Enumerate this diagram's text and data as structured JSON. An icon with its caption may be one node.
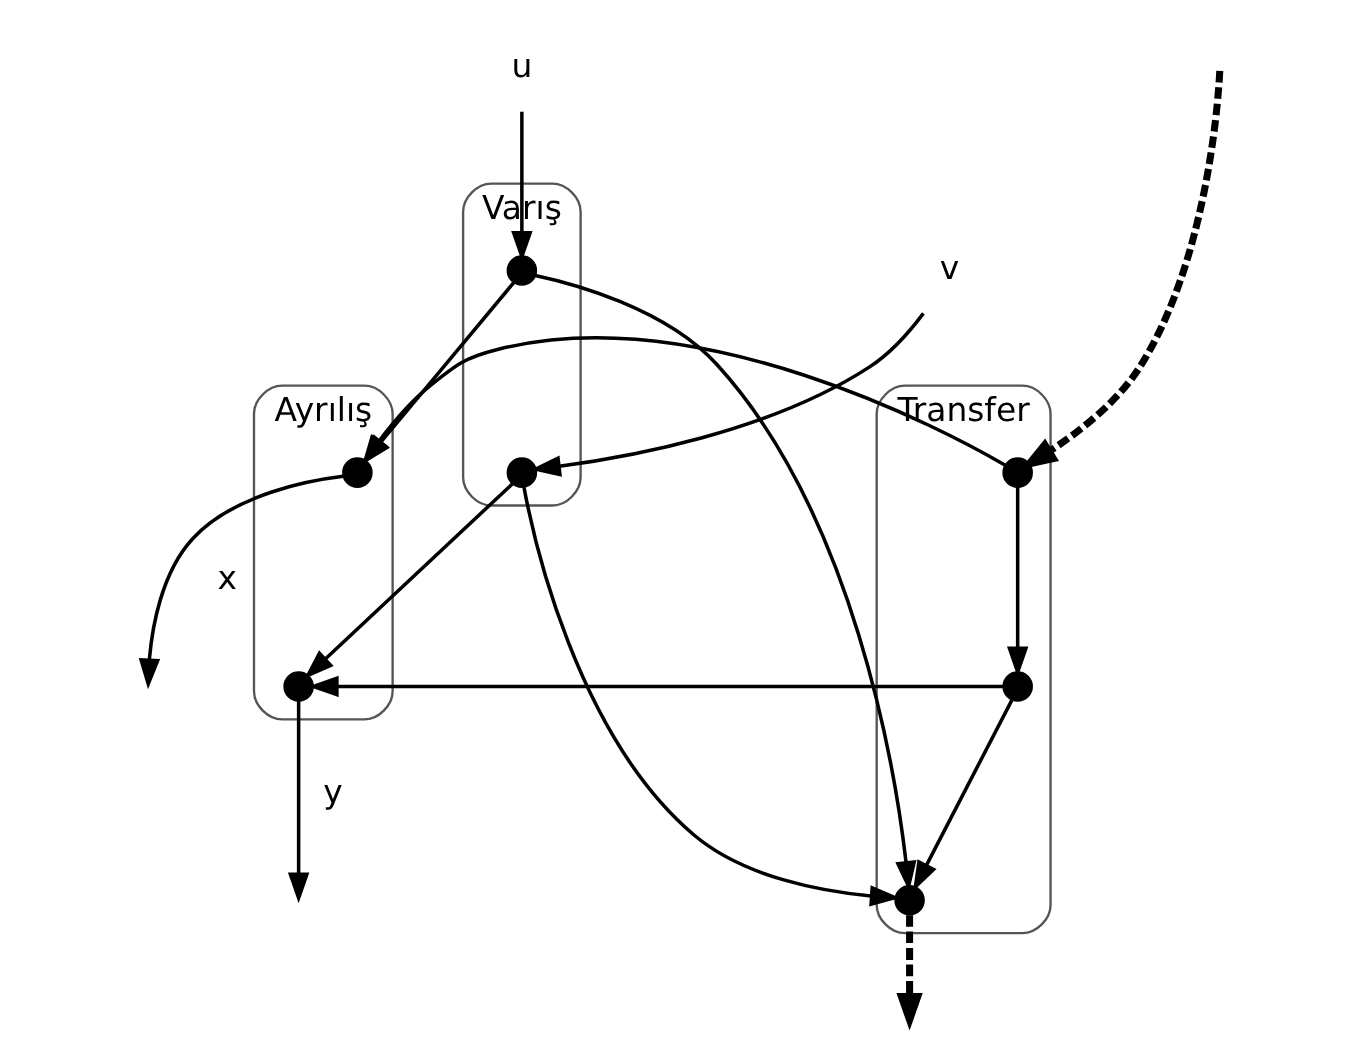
{
  "diagram": {
    "nodes": [
      {
        "text": [
          "Varış"
        ]
      },
      {
        "text": [
          "Transfer"
        ]
      },
      {
        "text": [
          "Ayrılış"
        ]
      },
      {
        "text": [
          "u"
        ]
      },
      {
        "text": [
          "v"
        ]
      },
      {
        "text": [],
        "shape": "circle",
        "in": 0
      },
      {
        "text": [],
        "shape": "circle",
        "in": 0
      },
      {
        "text": [],
        "shape": "circle",
        "in": 1
      },
      {
        "text": [],
        "shape": "circle",
        "in": 1
      },
      {
        "text": [],
        "shape": "circle",
        "in": 1
      },
      {
        "text": [],
        "shape": "circle",
        "in": 2
      },
      {
        "text": [],
        "shape": "circle",
        "in": 2
      }
    ],
    "edges": [
      {
        "from": 3,
        "to": 5,
        "arrow": "to"
      },
      {
        "from": 4,
        "to": 6,
        "arrow": "to"
      },
      {
        "from": 5,
        "to": 10,
        "arrow": "to"
      },
      {
        "from": 5,
        "to": 9,
        "arrow": "to"
      },
      {
        "from": 6,
        "to": 9,
        "arrow": "to"
      },
      {
        "from": 6,
        "to": 11,
        "arrow": "to"
      },
      {
        "from": null,
        "to": 7,
        "arrow": "to",
        "style": "dashed"
      },
      {
        "from": 7,
        "to": 10,
        "arrow": "to"
      },
      {
        "from": 7,
        "to": 8,
        "arrow": "to"
      },
      {
        "from": 8,
        "to": 11,
        "arrow": "to"
      },
      {
        "from": 8,
        "to": 9,
        "arrow": "to"
      },
      {
        "from": 9,
        "to": null,
        "arrow": "to",
        "style": "dashed"
      },
      {
        "from": 10,
        "to": null,
        "arrow": "to",
        "label": "x"
      },
      {
        "from": 11,
        "to": null,
        "arrow": "to",
        "label": "y"
      }
    ]
  }
}
